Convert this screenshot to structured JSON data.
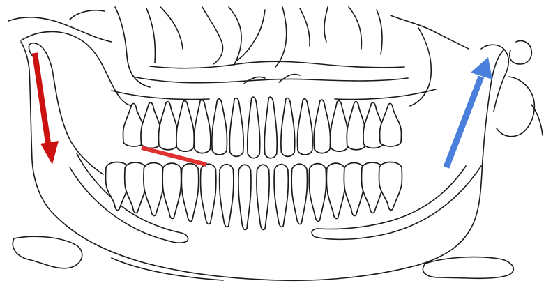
{
  "figure": {
    "background": "#ffffff",
    "outline_color": "#1a1a1a",
    "upper_teeth_count": 16,
    "lower_teeth_count": 16
  },
  "annotations": {
    "left_arrow": {
      "color": "#cc1111",
      "direction": "down"
    },
    "right_arrow": {
      "color": "#4a7fdc",
      "direction": "up"
    },
    "occlusal_marker": {
      "color": "#e03030"
    }
  }
}
